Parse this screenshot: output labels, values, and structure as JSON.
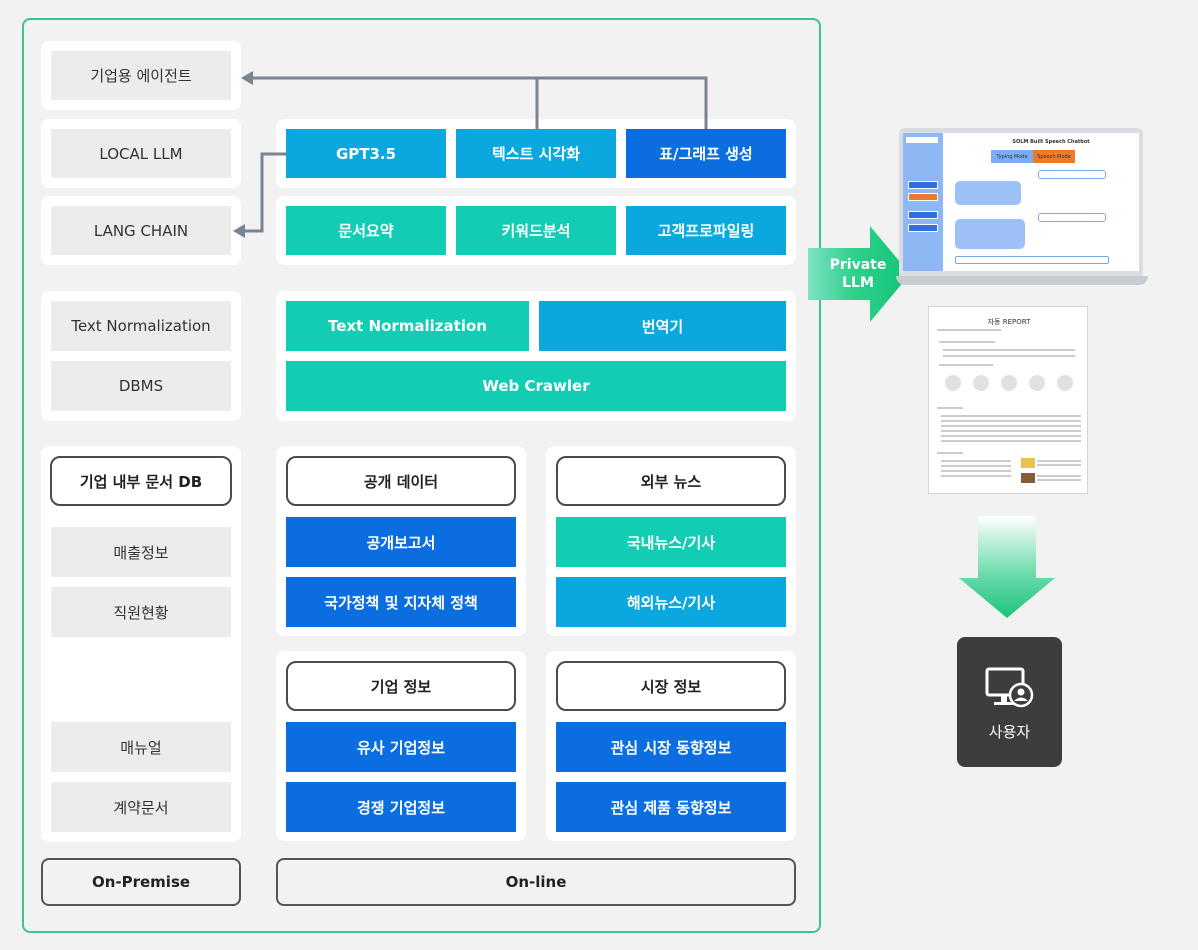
{
  "left": {
    "agent": "기업용 에이전트",
    "local_llm": "LOCAL LLM",
    "lang_chain": "LANG CHAIN",
    "text_normalization": "Text Normalization",
    "dbms": "DBMS",
    "internal_db_title": "기업 내부 문서 DB",
    "internal_items": [
      "매출정보",
      "직원현황",
      "매뉴얼",
      "계약문서"
    ]
  },
  "top": {
    "gpt": "GPT3.5",
    "text_viz": "텍스트 시각화",
    "chart_gen": "표/그래프 생성",
    "summary": "문서요약",
    "keyword": "키워드분석",
    "profiling": "고객프로파일링"
  },
  "middle": {
    "text_normalization": "Text Normalization",
    "translator": "번역기",
    "web_crawler": "Web Crawler"
  },
  "sources": {
    "public_data": "공개 데이터",
    "public_report": "공개보고서",
    "policy": "국가정책 및 지자체 정책",
    "external_news": "외부 뉴스",
    "domestic_news": "국내뉴스/기사",
    "foreign_news": "해외뉴스/기사",
    "company_info": "기업 정보",
    "similar_company": "유사 기업정보",
    "competitor": "경쟁 기업정보",
    "market_info": "시장 정보",
    "market_trend": "관심 시장 동향정보",
    "product_trend": "관심 제품 동향정보"
  },
  "footer": {
    "on_premise": "On-Premise",
    "on_line": "On-line"
  },
  "private_llm": "Private\nLLM",
  "user": "사용자",
  "laptop": {
    "title": "SOLM Built Speech Chatbot",
    "tab_typing": "Typing Mode",
    "tab_speech": "Speech Mode"
  },
  "report": {
    "title": "자동 REPORT"
  },
  "colors": {
    "teal": "#12cdb3",
    "sky": "#0aa8de",
    "blue": "#0b6ee0",
    "frame": "#3cc48a",
    "connector": "#7a8392"
  }
}
